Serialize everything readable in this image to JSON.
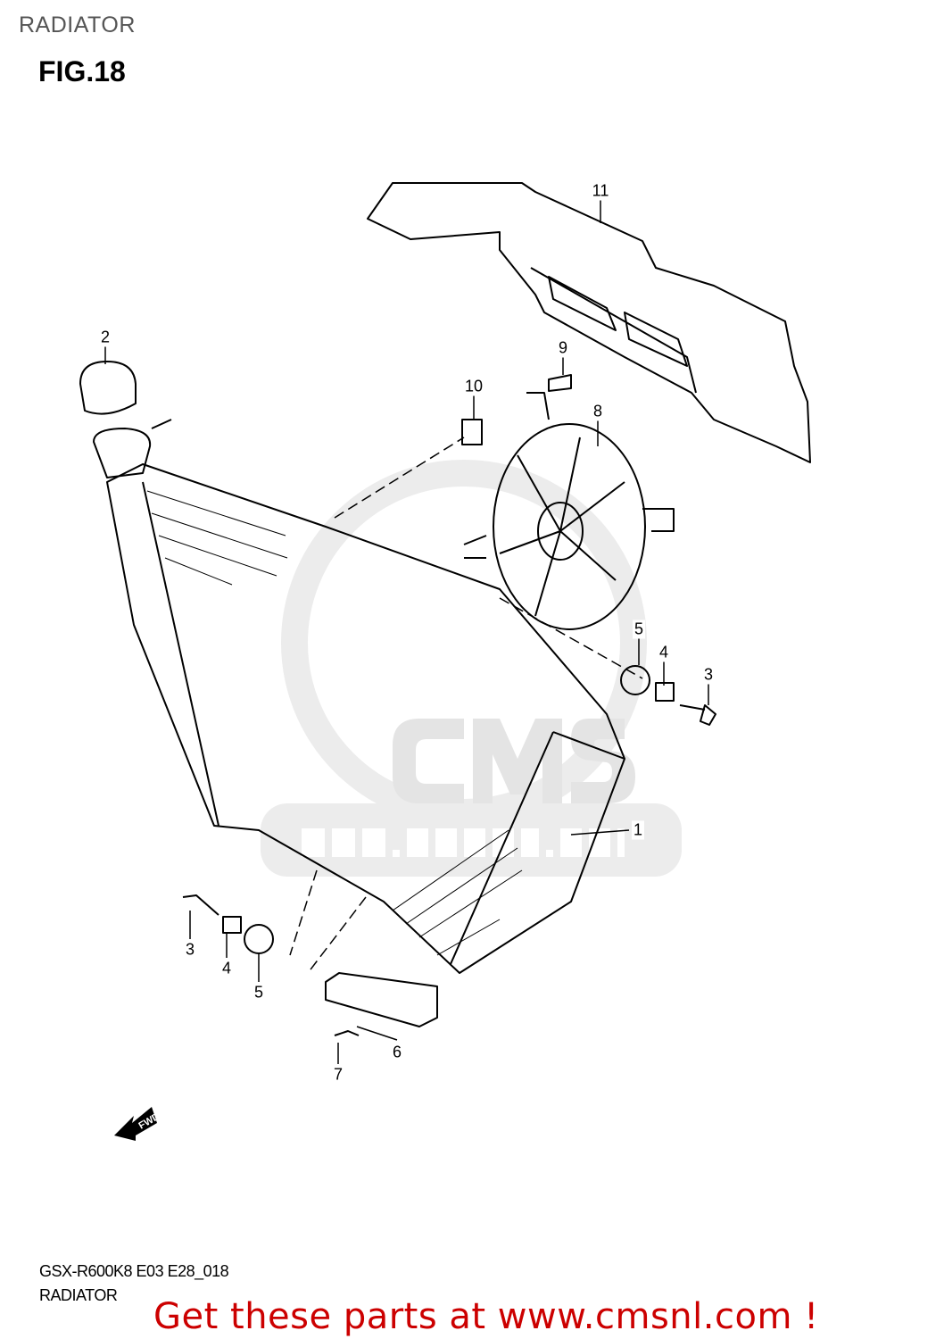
{
  "header": {
    "section_title": "RADIATOR",
    "figure_label": "FIG.18"
  },
  "callouts": [
    {
      "number": "11"
    },
    {
      "number": "2"
    },
    {
      "number": "9"
    },
    {
      "number": "10"
    },
    {
      "number": "8"
    },
    {
      "number": "5"
    },
    {
      "number": "4"
    },
    {
      "number": "3"
    },
    {
      "number": "1"
    },
    {
      "number": "3"
    },
    {
      "number": "4"
    },
    {
      "number": "5"
    },
    {
      "number": "6"
    },
    {
      "number": "7"
    }
  ],
  "direction_arrow": {
    "label": "FWD"
  },
  "watermark": {
    "logo_text": "CMS",
    "url_text": "WWW.CMSNL.COM"
  },
  "footer": {
    "model_code": "GSX-R600K8 E03 E28_018",
    "caption": "RADIATOR",
    "promo": "Get these parts at www.cmsnl.com !"
  },
  "colors": {
    "promo": "#cc0000",
    "watermark": "#e6e6e6",
    "line": "#000000"
  }
}
